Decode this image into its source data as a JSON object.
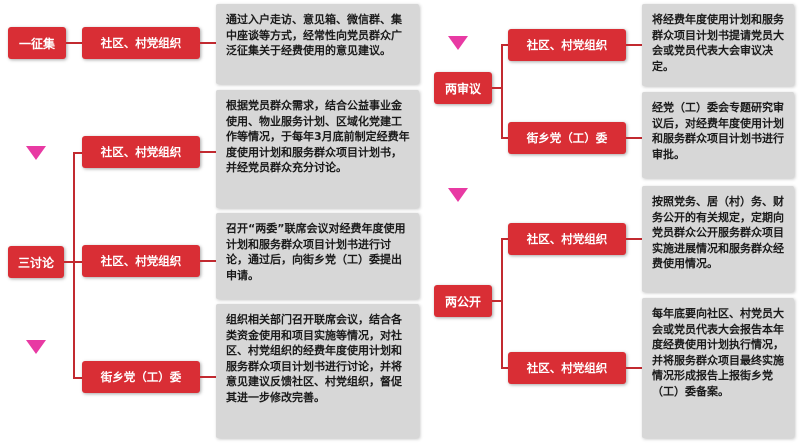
{
  "categories": {
    "c1": "一征集",
    "c2": "三讨论",
    "c3": "两审议",
    "c4": "两公开"
  },
  "orgs": {
    "community": "社区、村党组织",
    "street": "街乡党（工）委"
  },
  "texts": {
    "t1": "通过入户走访、意见箱、微信群、集中座谈等方式，经常性向党员群众广泛征集关于经费使用的意见建议。",
    "t2": "根据党员群众需求，结合公益事业金使用、物业服务计划、区域化党建工作等情况，于每年3月底前制定经费年度使用计划和服务群众项目计划书，并经党员群众充分讨论。",
    "t3": "召开“两委”联席会议对经费年度使用计划和服务群众项目计划书进行讨论，通过后，向街乡党（工）委提出申请。",
    "t4": "组织相关部门召开联席会议，结合各类资金使用和项目实施等情况，对社区、村党组织的经费年度使用计划和服务群众项目计划书进行讨论，并将意见建议反馈社区、村党组织，督促其进一步修改完善。",
    "t5": "将经费年度使用计划和服务群众项目计划书提请党员大会或党员代表大会审议决定。",
    "t6": "经党（工）委会专题研究审议后，对经费年度使用计划和服务群众项目计划书进行审批。",
    "t7": "按照党务、居（村）务、财务公开的有关规定，定期向党员群众公开服务群众项目实施进展情况和服务群众经费使用情况。",
    "t8": "每年底要向社区、村党员大会或党员代表大会报告本年度经费使用计划执行情况，并将服务群众项目最终实施情况形成报告上报街乡党（工）委备案。"
  },
  "colors": {
    "red": "#d92e35",
    "gray": "#d7d7d7",
    "arrow": "#e83aa3"
  }
}
